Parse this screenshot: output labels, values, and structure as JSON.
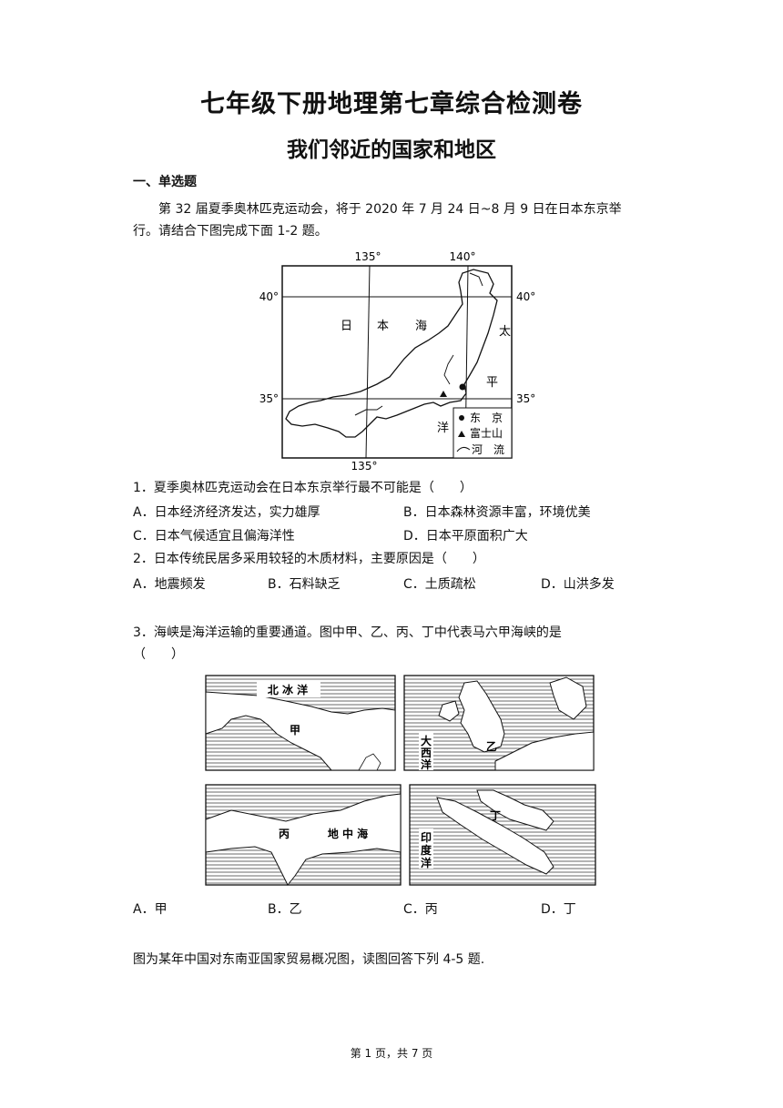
{
  "header": {
    "title": "七年级下册地理第七章综合检测卷",
    "subtitle": "我们邻近的国家和地区"
  },
  "section": {
    "label": "一、单选题"
  },
  "intro": {
    "line1": "第 32 届夏季奥林匹克运动会，将于 2020 年 7 月 24 日~8 月 9 日在日本东京举",
    "line2": "行。请结合下图完成下面 1-2 题。"
  },
  "japan_map": {
    "lon_135_top": "135°",
    "lon_140_top": "140°",
    "lon_135_bottom": "135°",
    "lat_40_left": "40°",
    "lat_40_right": "40°",
    "lat_35_left": "35°",
    "lat_35_right": "35°",
    "sea_char1": "日",
    "sea_char2": "本",
    "sea_char3": "海",
    "ocean_char1": "太",
    "ocean_char2": "平",
    "ocean_char3": "洋",
    "legend_tokyo": "东　京",
    "legend_fuji": "富士山",
    "legend_river": "河　流"
  },
  "q1": {
    "stem": "1．夏季奥林匹克运动会在日本东京举行最不可能是（　　）",
    "a": "A．日本经济经济发达，实力雄厚",
    "b": "B．日本森林资源丰富，环境优美",
    "c": "C．日本气候适宜且偏海洋性",
    "d": "D．日本平原面积广大"
  },
  "q2": {
    "stem": "2．日本传统民居多采用较轻的木质材料，主要原因是（　　）",
    "a": "A．地震频发",
    "b": "B．石料缺乏",
    "c": "C．土质疏松",
    "d": "D．山洪多发"
  },
  "q3": {
    "stem_line1": "3．海峡是海洋运输的重要通道。图中甲、乙、丙、丁中代表马六甲海峡的是",
    "stem_line2": "（　　）",
    "a": "A．甲",
    "b": "B．乙",
    "c": "C．丙",
    "d": "D．丁"
  },
  "strait_maps": {
    "p1_ocean": "北 冰 洋",
    "p1_mark": "甲",
    "p2_ocean1": "大",
    "p2_ocean2": "西",
    "p2_ocean3": "洋",
    "p2_mark": "乙",
    "p3_mark": "丙",
    "p3_sea": "地 中 海",
    "p4_mark": "丁",
    "p4_ocean1": "印",
    "p4_ocean2": "度",
    "p4_ocean3": "洋"
  },
  "q45_intro": "图为某年中国对东南亚国家贸易概况图，读图回答下列 4-5 题.",
  "footer": "第 1 页，共 7 页"
}
